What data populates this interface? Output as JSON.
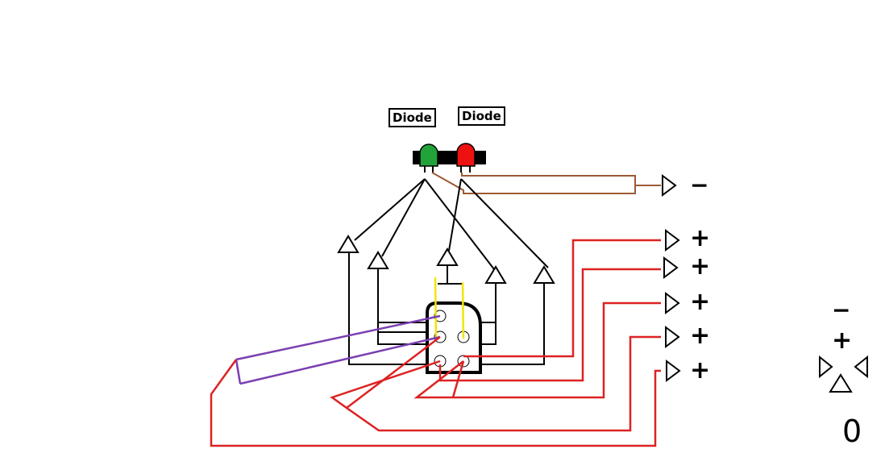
{
  "labels": {
    "diode_green": "Diode",
    "diode_red": "Diode"
  },
  "terminals": {
    "minus": "−",
    "plus_1": "+",
    "plus_2": "+",
    "plus_3": "+",
    "plus_4": "+",
    "plus_5": "+"
  },
  "legend": {
    "minus": "−",
    "plus": "+",
    "zero": "0"
  },
  "colors": {
    "green_led": "#22a33a",
    "red_led": "#ee1111",
    "brown_wire": "#9b5a35",
    "red_wire": "#dd2222",
    "purple_wire": "#7a3fb0",
    "yellow_wire": "#f2e600",
    "black_wire": "#000000"
  }
}
